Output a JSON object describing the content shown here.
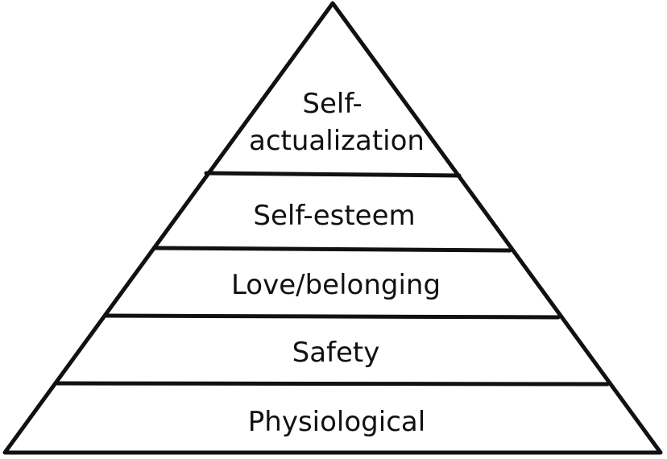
{
  "pyramid": {
    "tiers": [
      {
        "label_lines": [
          "Self-",
          "actualization"
        ]
      },
      {
        "label_lines": [
          "Self-esteem"
        ]
      },
      {
        "label_lines": [
          "Love/belonging"
        ]
      },
      {
        "label_lines": [
          "Safety"
        ]
      },
      {
        "label_lines": [
          "Physiological"
        ]
      }
    ]
  }
}
